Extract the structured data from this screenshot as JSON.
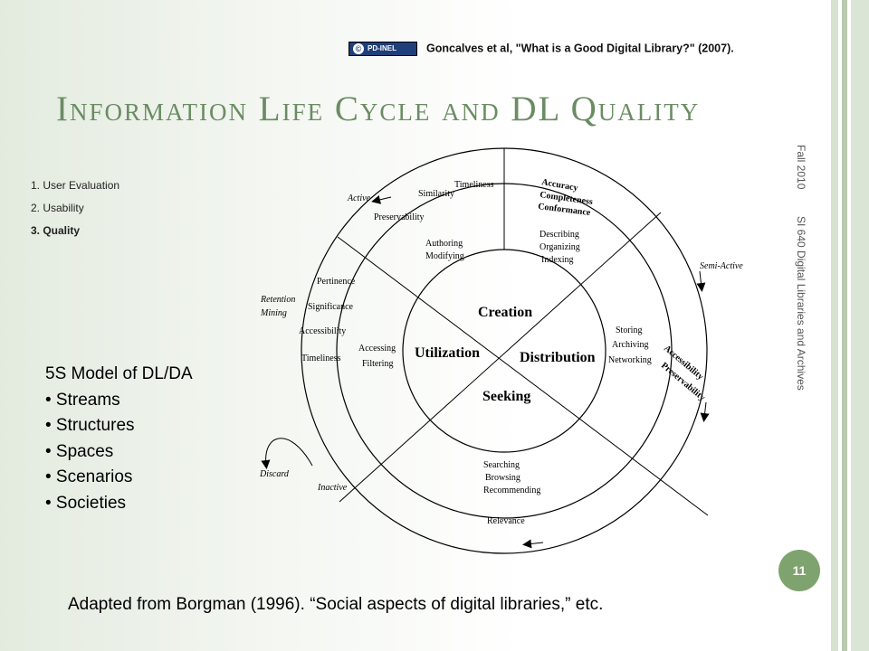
{
  "citation": {
    "license_badge": "PD-INEL",
    "text": "Goncalves et al, \"What is a Good Digital Library?\" (2007)."
  },
  "title": "Information Life Cycle and DL Quality",
  "nav": {
    "items": [
      "1. User Evaluation",
      "2. Usability",
      "3. Quality"
    ],
    "active_index": 2
  },
  "model": {
    "heading": "5S Model of DL/DA",
    "items": [
      "• Streams",
      "• Structures",
      "• Spaces",
      "• Scenarios",
      "• Societies"
    ]
  },
  "side": {
    "term": "Fall 2010",
    "course": "SI 640 Digital Libraries and Archives"
  },
  "page_number": "11",
  "footer": "Adapted from Borgman (1996). “Social aspects of digital libraries,” etc.",
  "diagram": {
    "core": {
      "creation": "Creation",
      "utilization": "Utilization",
      "distribution": "Distribution",
      "seeking": "Seeking"
    },
    "middle": {
      "top_left": [
        "Authoring",
        "Modifying"
      ],
      "top_right": [
        "Describing",
        "Organizing",
        "Indexing"
      ],
      "left": [
        "Accessing",
        "Filtering"
      ],
      "right": [
        "Storing",
        "Archiving",
        "Networking"
      ],
      "bottom": [
        "Searching",
        "Browsing",
        "Recommending"
      ]
    },
    "outer": {
      "top_left": [
        "Timeliness",
        "Similarity",
        "Preservability"
      ],
      "top_right": [
        "Accuracy",
        "Completeness",
        "Conformance"
      ],
      "left": [
        "Pertinence",
        "Significance",
        "Accessibility",
        "Timeliness"
      ],
      "right": [
        "Accessibility",
        "Preservability"
      ],
      "bottom": "Relevance"
    },
    "states": {
      "active": "Active",
      "semi_active": "Semi-Active",
      "retention": [
        "Retention",
        "Mining"
      ],
      "discard": "Discard",
      "inactive": "Inactive"
    }
  }
}
